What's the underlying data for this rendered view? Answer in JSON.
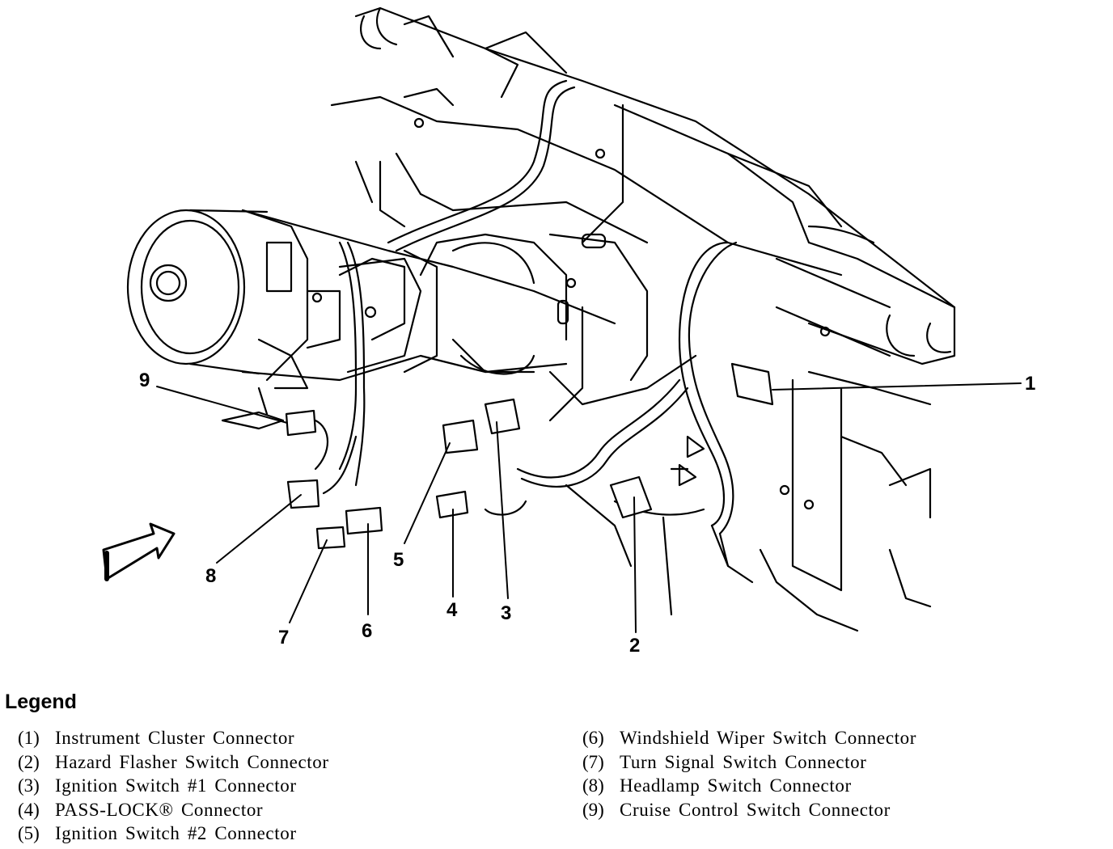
{
  "callouts": [
    "1",
    "2",
    "3",
    "4",
    "5",
    "6",
    "7",
    "8",
    "9"
  ],
  "legend": {
    "title": "Legend",
    "left": [
      {
        "num": "(1)",
        "label": "Instrument Cluster Connector"
      },
      {
        "num": "(2)",
        "label": "Hazard Flasher Switch Connector"
      },
      {
        "num": "(3)",
        "label": "Ignition Switch #1 Connector"
      },
      {
        "num": "(4)",
        "label": "PASS-LOCK® Connector"
      },
      {
        "num": "(5)",
        "label": "Ignition Switch #2 Connector"
      }
    ],
    "right": [
      {
        "num": "(6)",
        "label": "Windshield Wiper Switch Connector"
      },
      {
        "num": "(7)",
        "label": "Turn Signal Switch Connector"
      },
      {
        "num": "(8)",
        "label": "Headlamp Switch Connector"
      },
      {
        "num": "(9)",
        "label": "Cruise Control Switch Connector"
      }
    ]
  }
}
